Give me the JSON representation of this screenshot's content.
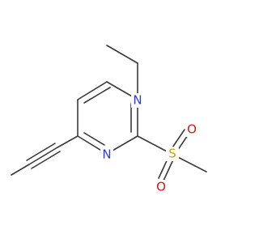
{
  "molecule": {
    "atoms": {
      "n1": "N",
      "n3": "N",
      "s": "S",
      "o1": "O",
      "o2": "O"
    },
    "colors": {
      "bond": "#3a3a3a",
      "nitrogen": "#2f3bd6",
      "sulfur": "#c7a300",
      "oxygen": "#e01414"
    }
  }
}
